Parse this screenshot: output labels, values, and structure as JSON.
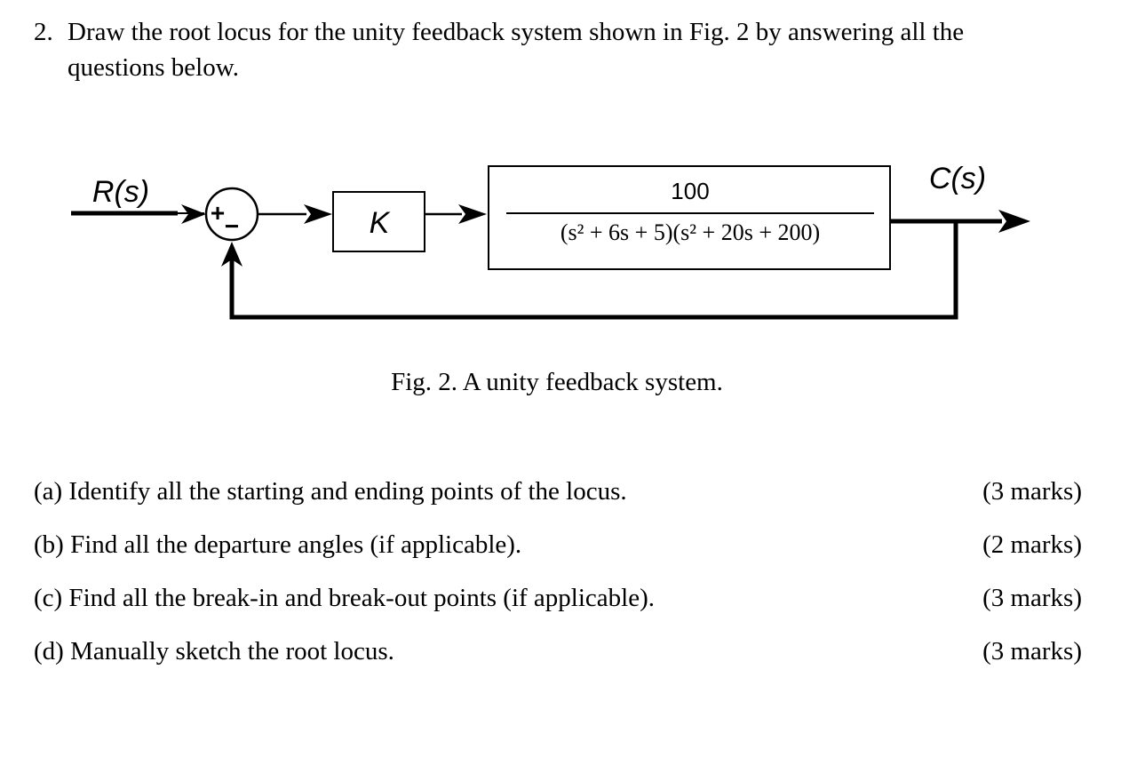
{
  "question": {
    "number": "2.",
    "line1": "Draw the root locus for the unity feedback system shown in Fig. 2 by answering all the",
    "line2": "questions below."
  },
  "diagram": {
    "input_label": "R(s)",
    "output_label": "C(s)",
    "plus_sign": "+",
    "minus_sign": "−",
    "gain_label": "K",
    "plant_numerator": "100",
    "plant_denominator": "(s² + 6s + 5)(s² + 20s + 200)"
  },
  "caption": "Fig. 2. A unity feedback system.",
  "parts": [
    {
      "label": "(a) Identify all the starting and ending points of the locus.",
      "marks": "(3 marks)"
    },
    {
      "label": "(b) Find all the departure angles (if applicable).",
      "marks": "(2 marks)"
    },
    {
      "label": "(c) Find all the break-in and break-out points (if applicable).",
      "marks": "(3 marks)"
    },
    {
      "label": "(d) Manually sketch the root locus.",
      "marks": "(3 marks)"
    }
  ]
}
